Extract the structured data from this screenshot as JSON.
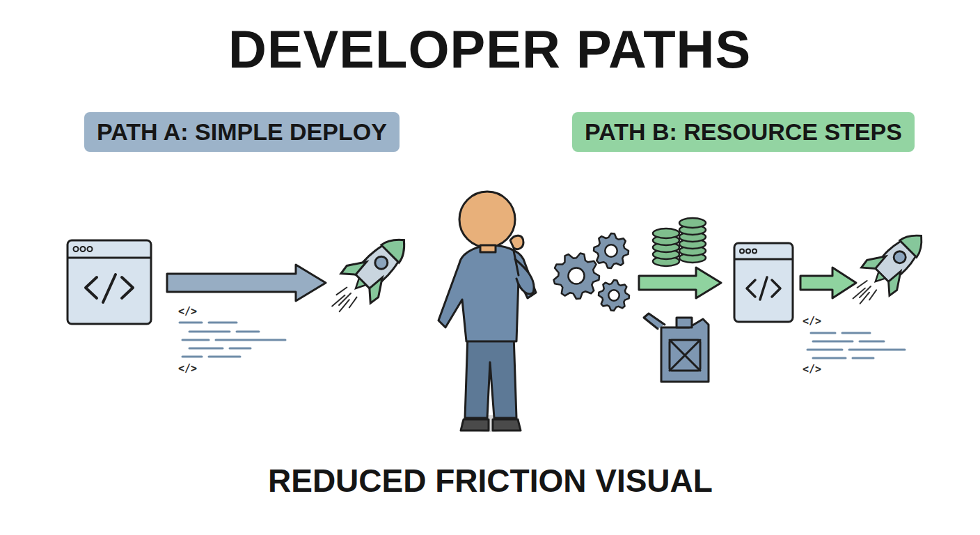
{
  "diagram": {
    "title": "DEVELOPER PATHS",
    "caption": "REDUCED FRICTION VISUAL",
    "nodes": [
      {
        "text": [
          "PATH A: SIMPLE DEPLOY"
        ]
      },
      {
        "text": [
          "PATH B: RESOURCE STEPS"
        ]
      }
    ],
    "labels": [
      "</>",
      "</>",
      "</>",
      "</>"
    ]
  }
}
